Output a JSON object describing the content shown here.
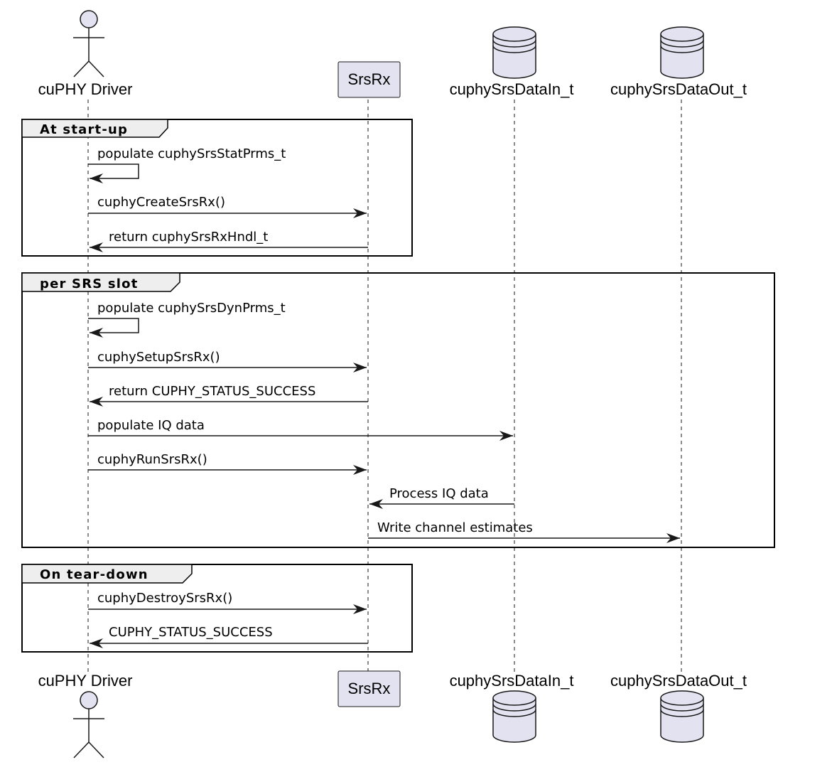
{
  "diagram_type": "sequence",
  "colors": {
    "participant_fill": "#e2e2f0",
    "participant_stroke": "#181818",
    "frame_header_fill": "#eeeeee",
    "line": "#181818",
    "lifeline": "#181818"
  },
  "participants": [
    {
      "id": "driver",
      "name": "cuPHY Driver",
      "shape": "actor"
    },
    {
      "id": "srsrx",
      "name": "SrsRx",
      "shape": "box"
    },
    {
      "id": "datain",
      "name": "cuphySrsDataIn_t",
      "shape": "database"
    },
    {
      "id": "dataout",
      "name": "cuphySrsDataOut_t",
      "shape": "database"
    }
  ],
  "groups": [
    {
      "label": "At start-up",
      "messages": [
        {
          "from": "driver",
          "to": "driver",
          "text": "populate cuphySrsStatPrms_t"
        },
        {
          "from": "driver",
          "to": "srsrx",
          "text": "cuphyCreateSrsRx()"
        },
        {
          "from": "srsrx",
          "to": "driver",
          "text": "return cuphySrsRxHndl_t"
        }
      ]
    },
    {
      "label": "per SRS slot",
      "messages": [
        {
          "from": "driver",
          "to": "driver",
          "text": "populate cuphySrsDynPrms_t"
        },
        {
          "from": "driver",
          "to": "srsrx",
          "text": "cuphySetupSrsRx()"
        },
        {
          "from": "srsrx",
          "to": "driver",
          "text": "return CUPHY_STATUS_SUCCESS"
        },
        {
          "from": "driver",
          "to": "datain",
          "text": "populate IQ data"
        },
        {
          "from": "driver",
          "to": "srsrx",
          "text": "cuphyRunSrsRx()"
        },
        {
          "from": "datain",
          "to": "srsrx",
          "text": "Process IQ data"
        },
        {
          "from": "srsrx",
          "to": "dataout",
          "text": "Write channel estimates"
        }
      ]
    },
    {
      "label": "On tear-down",
      "messages": [
        {
          "from": "driver",
          "to": "srsrx",
          "text": "cuphyDestroySrsRx()"
        },
        {
          "from": "srsrx",
          "to": "driver",
          "text": "CUPHY_STATUS_SUCCESS"
        }
      ]
    }
  ]
}
